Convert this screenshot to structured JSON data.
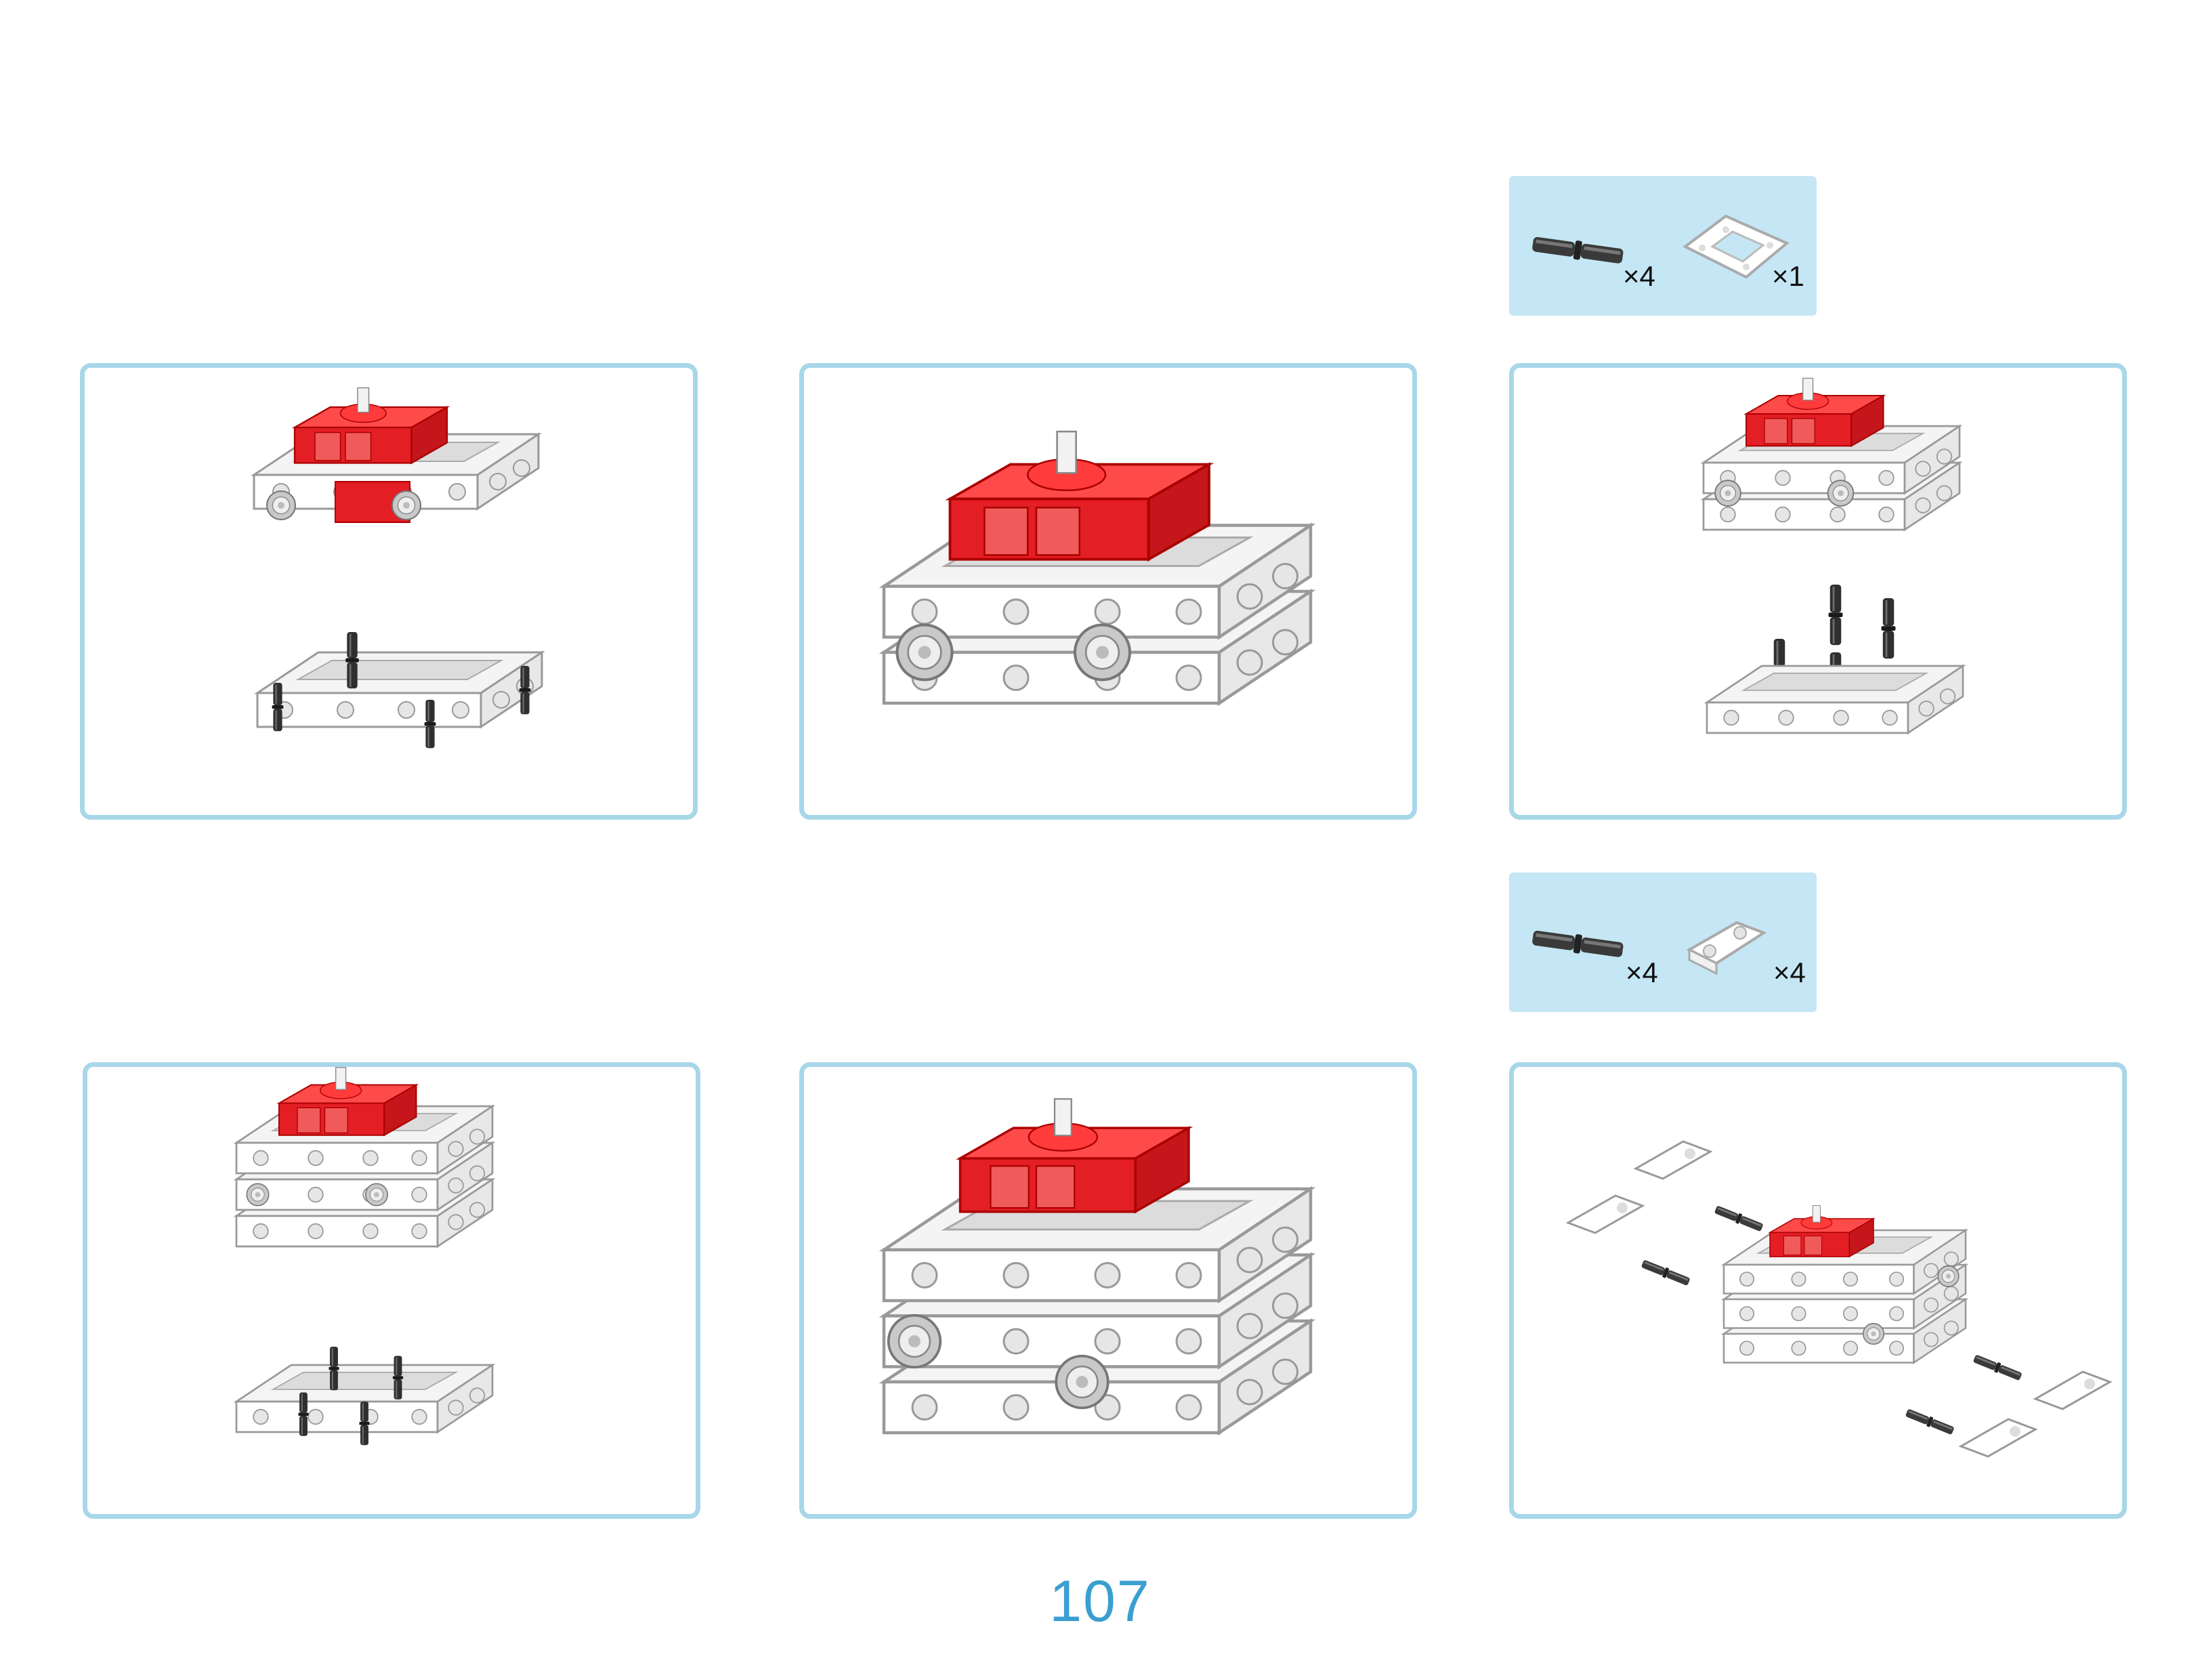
{
  "parts_boxes": [
    {
      "items": [
        {
          "icon": "black-pin-icon",
          "qty": "×4"
        },
        {
          "icon": "white-frame-icon",
          "qty": "×1"
        }
      ]
    },
    {
      "items": [
        {
          "icon": "black-pin-icon",
          "qty": "×4"
        },
        {
          "icon": "white-connector-icon",
          "qty": "×4"
        }
      ]
    }
  ],
  "colors": {
    "panel_border": "#a7d7e8",
    "parts_bg": "#c5e6f4",
    "red": "#e31e24",
    "page_number": "#3a9fd0"
  },
  "page_number": "107"
}
